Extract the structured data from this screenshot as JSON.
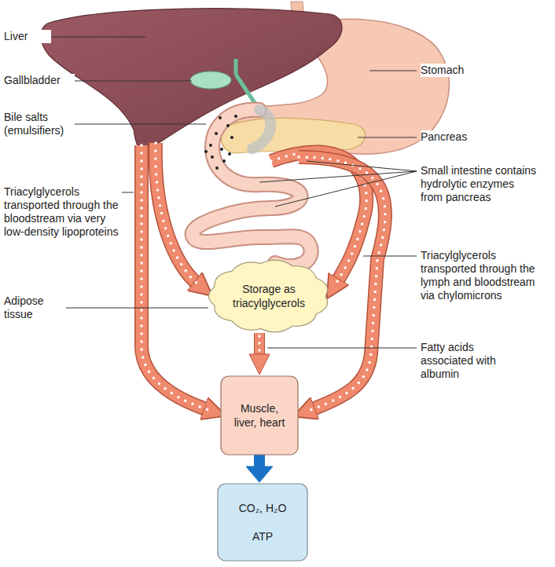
{
  "diagram": {
    "nodes": [
      {
        "text": [
          "Storage as triacylglycerols"
        ]
      },
      {
        "text": [
          "Muscle, liver, heart"
        ]
      },
      {
        "text": [
          "CO₂, H₂O",
          "ATP"
        ]
      }
    ],
    "edges": [
      {
        "from": 0,
        "to": 1,
        "arrow": "to"
      },
      {
        "from": 1,
        "to": 2,
        "arrow": "to"
      }
    ],
    "labels": [
      "Liver",
      "Gallbladder",
      "Bile salts (emulsifiers)",
      "Triacylglycerols transported through the bloodstream via very low-density lipoproteins",
      "Adipose tissue",
      "Stomach",
      "Pancreas",
      "Small intestine contains hydrolytic enzymes from pancreas",
      "Triacylglycerols transported through the lymph and bloodstream via chylomicrons",
      "Fatty acids associated with albumin"
    ]
  }
}
